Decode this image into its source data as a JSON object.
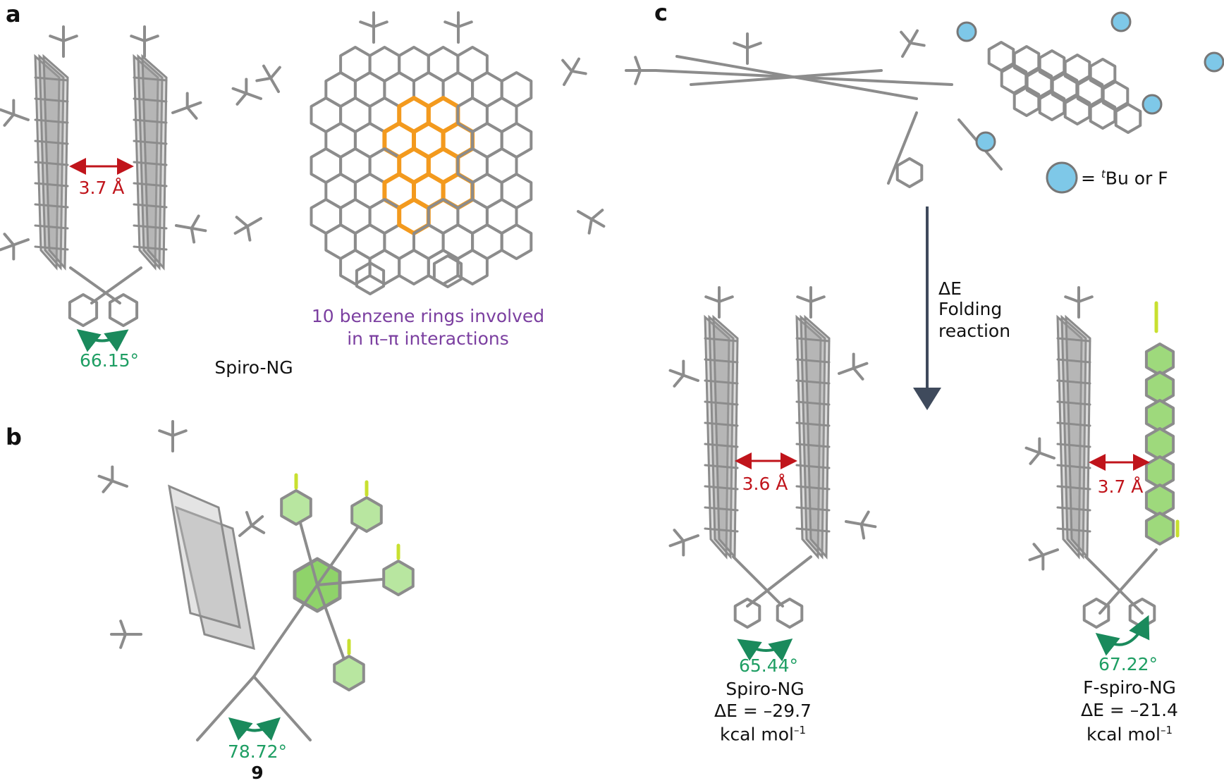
{
  "panels": {
    "a": {
      "label": "a",
      "distance": "3.7 Å",
      "angle": "66.15°",
      "compound": "Spiro-NG",
      "annotation_line1": "10 benzene rings involved",
      "annotation_line2": "in π–π interactions"
    },
    "b": {
      "label": "b",
      "angle": "78.72°",
      "compound": "9"
    },
    "c": {
      "label": "c",
      "legend_text_prefix": "= ",
      "legend_sup": "t",
      "legend_text": "Bu or F",
      "arrow_label_1": "ΔE",
      "arrow_label_2": "Folding",
      "arrow_label_3": "reaction",
      "left": {
        "distance": "3.6 Å",
        "angle": "65.44°",
        "compound": "Spiro-NG",
        "energy": "ΔE = –29.7",
        "unit": "kcal mol",
        "unit_sup": "–1"
      },
      "right": {
        "distance": "3.7 Å",
        "angle": "67.22°",
        "compound": "F-spiro-NG",
        "energy": "ΔE = –21.4",
        "unit": "kcal mol",
        "unit_sup": "–1"
      }
    }
  },
  "colors": {
    "bond": "#8c8c8c",
    "pi_rings": "#f39a1e",
    "fluoro": "#8fd36a",
    "distance_arrow": "#c0141b",
    "angle_arrow": "#1a8a5c",
    "legend_circle": "#7ec8e8",
    "reaction_arrow": "#3f4a5c"
  }
}
